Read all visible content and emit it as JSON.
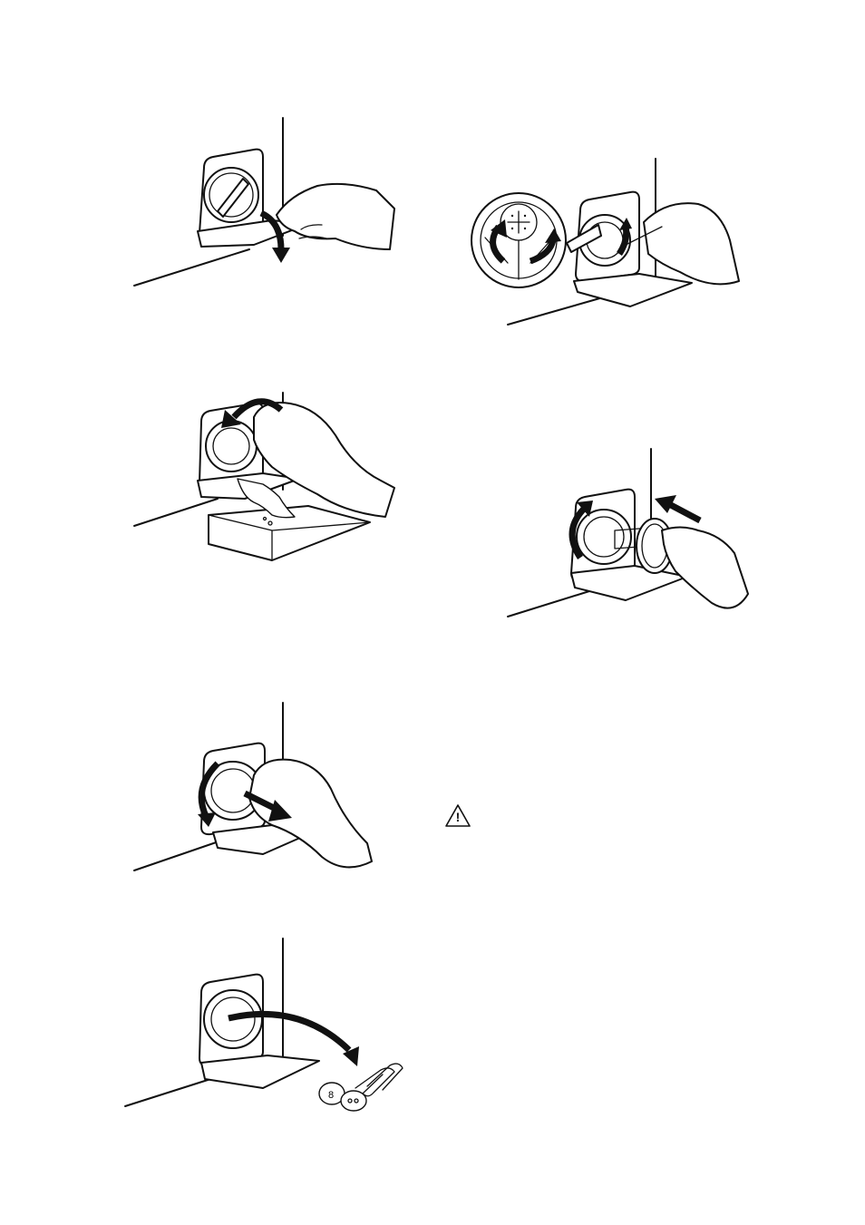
{
  "figures": [
    {
      "id": "step-1",
      "icon": "open-filter-flap-illustration"
    },
    {
      "id": "step-2",
      "icon": "drain-water-illustration"
    },
    {
      "id": "step-3",
      "icon": "unscrew-filter-illustration"
    },
    {
      "id": "step-4",
      "icon": "remove-foreign-objects-illustration"
    },
    {
      "id": "step-5",
      "icon": "clean-pump-impeller-illustration"
    },
    {
      "id": "step-6",
      "icon": "reinsert-filter-illustration"
    }
  ],
  "warning": {
    "icon": "warning-triangle-icon",
    "glyph": "!"
  }
}
